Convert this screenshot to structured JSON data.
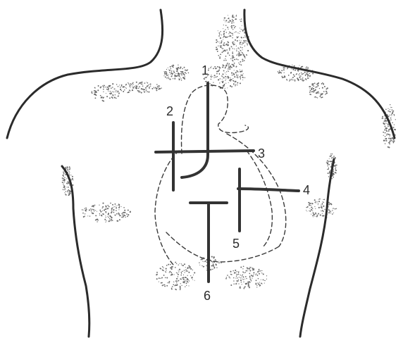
{
  "labels": {
    "incision_1": "1",
    "incision_2": "2",
    "incision_3": "3",
    "incision_4": "4",
    "incision_5": "5",
    "incision_6": "6"
  },
  "colors": {
    "ink": "#2b2b2b",
    "shading": "#6a6a6a",
    "background": "#ffffff"
  }
}
